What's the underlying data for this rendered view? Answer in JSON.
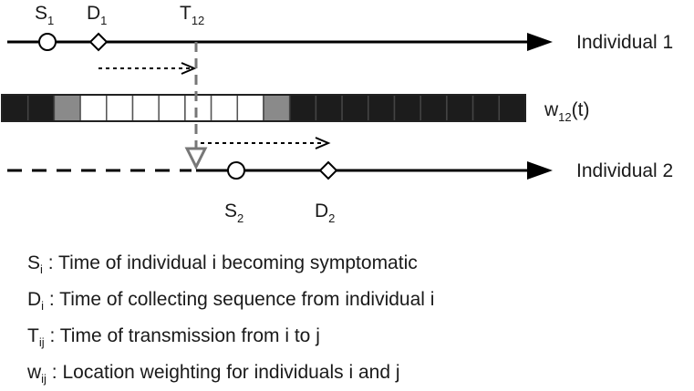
{
  "diagram": {
    "individual1": {
      "label": "Individual 1",
      "symptom": {
        "letter": "S",
        "index": "1"
      },
      "sequence": {
        "letter": "D",
        "index": "1"
      }
    },
    "transmission": {
      "letter": "T",
      "index": "12"
    },
    "weighting": {
      "letter": "w",
      "index": "12",
      "suffix": "(t)"
    },
    "individual2": {
      "label": "Individual 2",
      "symptom": {
        "letter": "S",
        "index": "2"
      },
      "sequence": {
        "letter": "D",
        "index": "2"
      }
    },
    "weight_cells": [
      "black",
      "black",
      "gray",
      "white",
      "white",
      "white",
      "white",
      "white",
      "white",
      "white",
      "gray",
      "black",
      "black",
      "black",
      "black",
      "black",
      "black",
      "black",
      "black",
      "black"
    ]
  },
  "legend": [
    {
      "sym": "S",
      "sub": "i",
      "text": " : Time of individual i becoming symptomatic"
    },
    {
      "sym": "D",
      "sub": "i",
      "text": " : Time of collecting sequence from individual i"
    },
    {
      "sym": "T",
      "sub": "ij",
      "text": " : Time of transmission from i to j"
    },
    {
      "sym": "w",
      "sub": "ij",
      "text": " : Location weighting for individuals i and j"
    }
  ],
  "colors": {
    "black_cell": "#1c1c1c",
    "gray_cell": "#8a8a8a",
    "white_cell": "#ffffff",
    "transmission_line": "#777777"
  }
}
